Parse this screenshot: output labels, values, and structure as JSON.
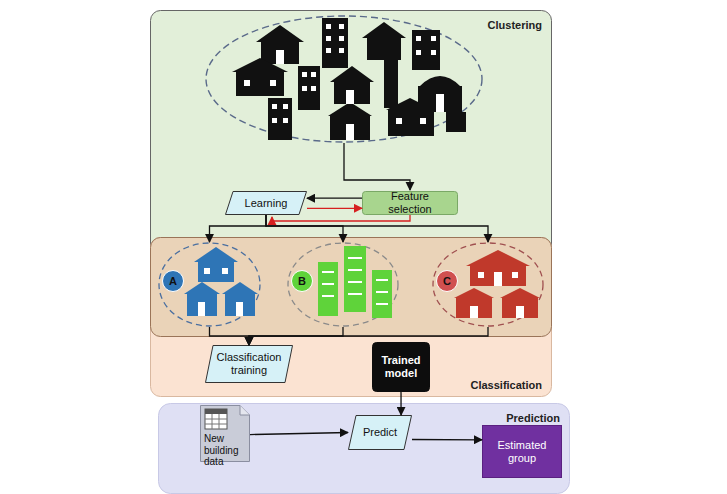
{
  "diagram": {
    "nodes": [
      {
        "text": [
          "Clustering"
        ]
      },
      {
        "text": [
          "Learning"
        ],
        "in": 0
      },
      {
        "text": [
          "Feature selection"
        ],
        "in": 0
      },
      {
        "text": [
          "Classification"
        ]
      },
      {
        "text": [
          "A"
        ],
        "in": 3
      },
      {
        "text": [
          "B"
        ],
        "in": 3
      },
      {
        "text": [
          "C"
        ],
        "in": 3
      },
      {
        "text": [
          "Classification training"
        ],
        "in": 3
      },
      {
        "text": [
          "Trained model"
        ],
        "in": 3
      },
      {
        "text": [
          "Prediction"
        ]
      },
      {
        "text": [
          "New building data"
        ],
        "in": 9
      },
      {
        "text": [
          "Predict"
        ],
        "in": 9
      },
      {
        "text": [
          "Estimated group"
        ],
        "in": 9
      }
    ],
    "edges": [
      {
        "from": 2,
        "to": 1,
        "arrow": "to"
      },
      {
        "from": 1,
        "to": 2,
        "arrow": "to"
      },
      {
        "from": 1,
        "to": 4,
        "arrow": "to"
      },
      {
        "from": 1,
        "to": 5,
        "arrow": "to"
      },
      {
        "from": 1,
        "to": 6,
        "arrow": "to"
      },
      {
        "from": 4,
        "to": 7,
        "arrow": "to"
      },
      {
        "from": 5,
        "to": 7,
        "arrow": "to"
      },
      {
        "from": 6,
        "to": 7,
        "arrow": "to"
      },
      {
        "from": 8,
        "to": 11,
        "arrow": "to"
      },
      {
        "from": 10,
        "to": 11,
        "arrow": "to"
      },
      {
        "from": 11,
        "to": 12,
        "arrow": "to"
      }
    ]
  }
}
